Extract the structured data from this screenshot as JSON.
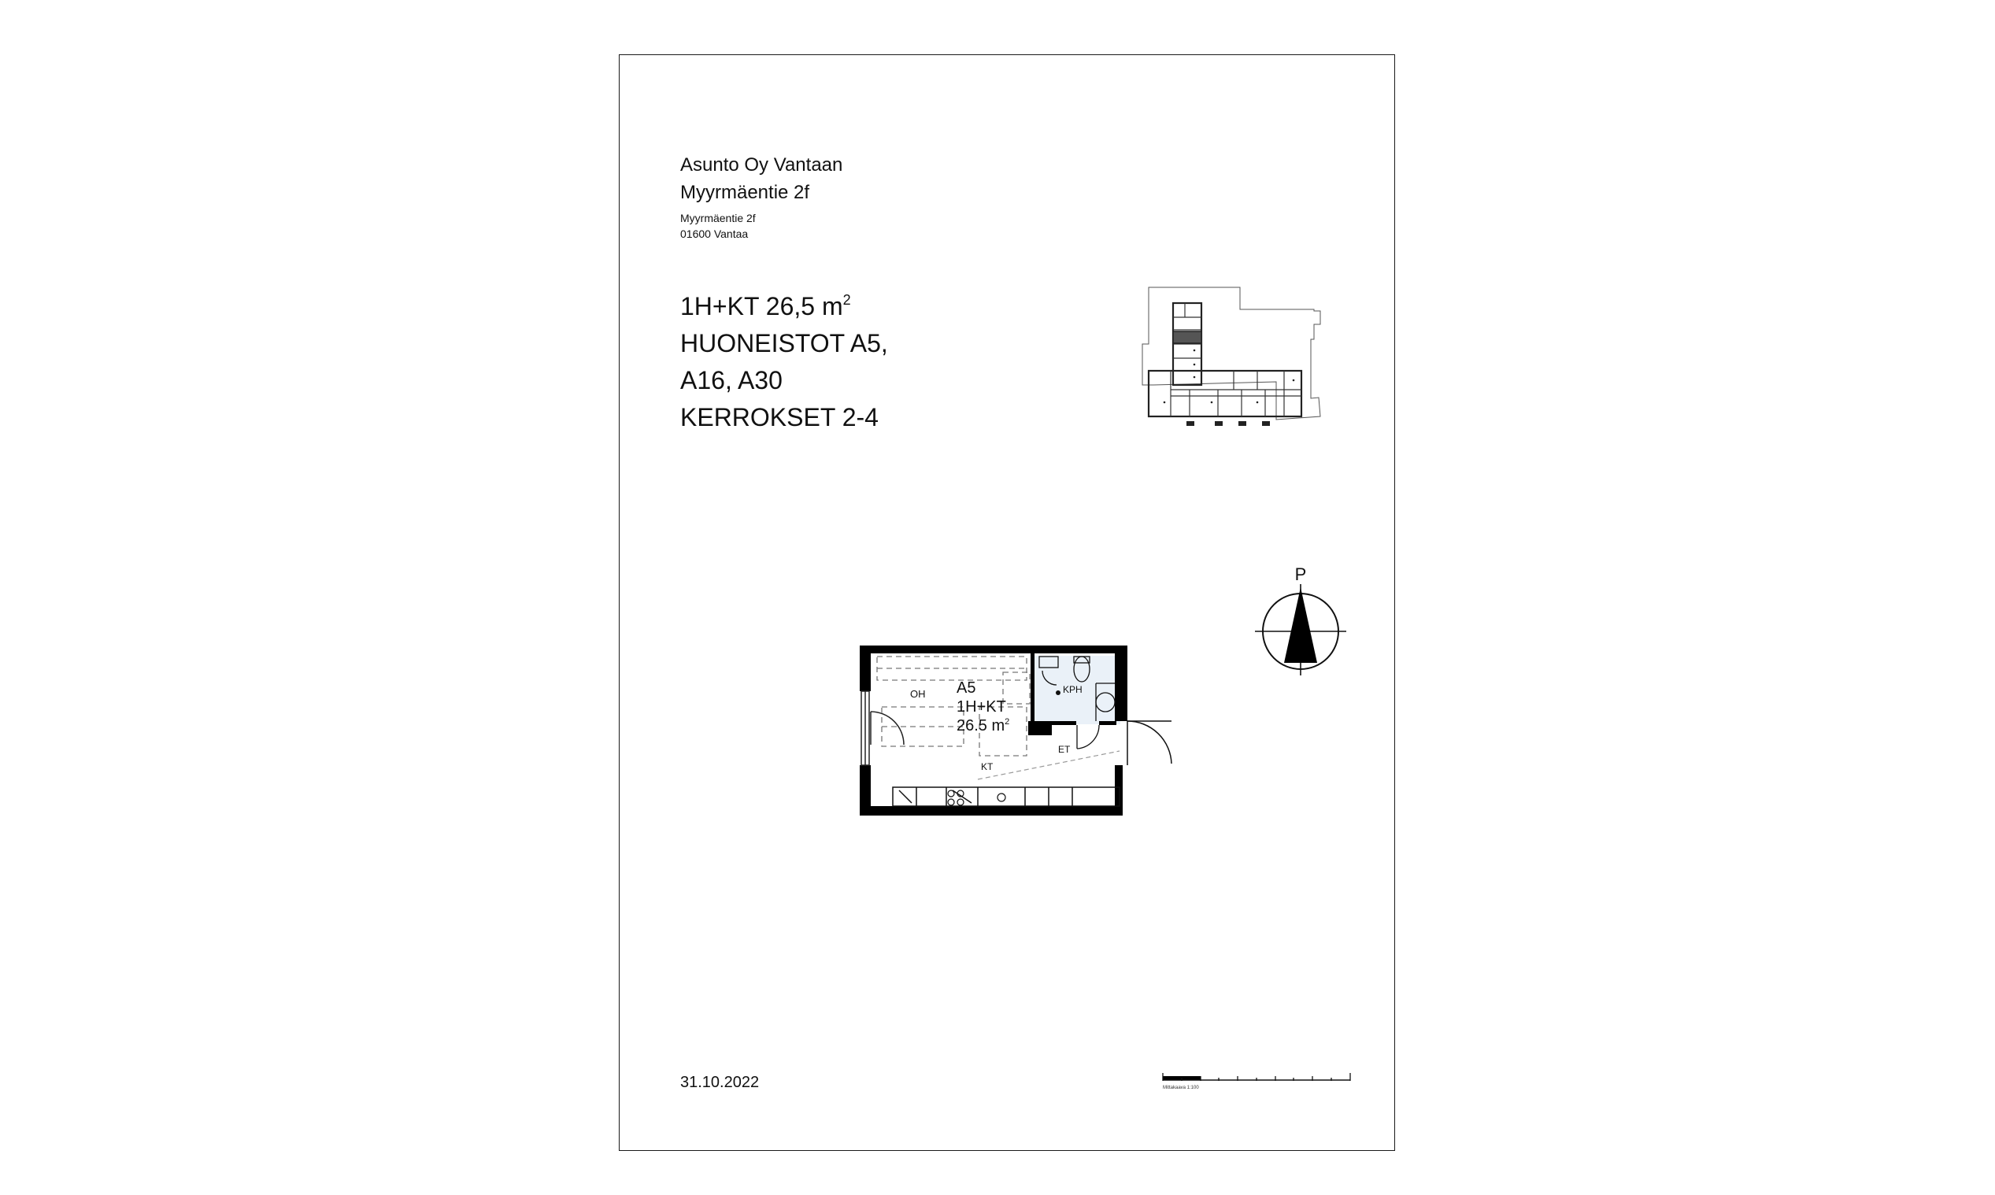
{
  "header": {
    "company": "Asunto Oy Vantaan",
    "project": "Myyrmäentie 2f",
    "address_line1": "Myyrmäentie 2f",
    "address_line2": "01600 Vantaa"
  },
  "apartment": {
    "type_area": "1H+KT 26,5 m",
    "area_unit_superscript": "2",
    "apartments_line1": "HUONEISTOT A5,",
    "apartments_line2": "A16, A30",
    "floors": "KERROKSET 2-4"
  },
  "floor_plan": {
    "apartment_id": "A5",
    "type": "1H+KT",
    "area": "26.5 m",
    "area_superscript": "2",
    "rooms": {
      "living_room": "OH",
      "bathroom": "KPH",
      "kitchen": "KT",
      "entrance": "ET"
    }
  },
  "compass": {
    "north_label": "P"
  },
  "scale_bar": {
    "label": "Mittakaava 1:100"
  },
  "footer": {
    "date": "31.10.2022"
  }
}
